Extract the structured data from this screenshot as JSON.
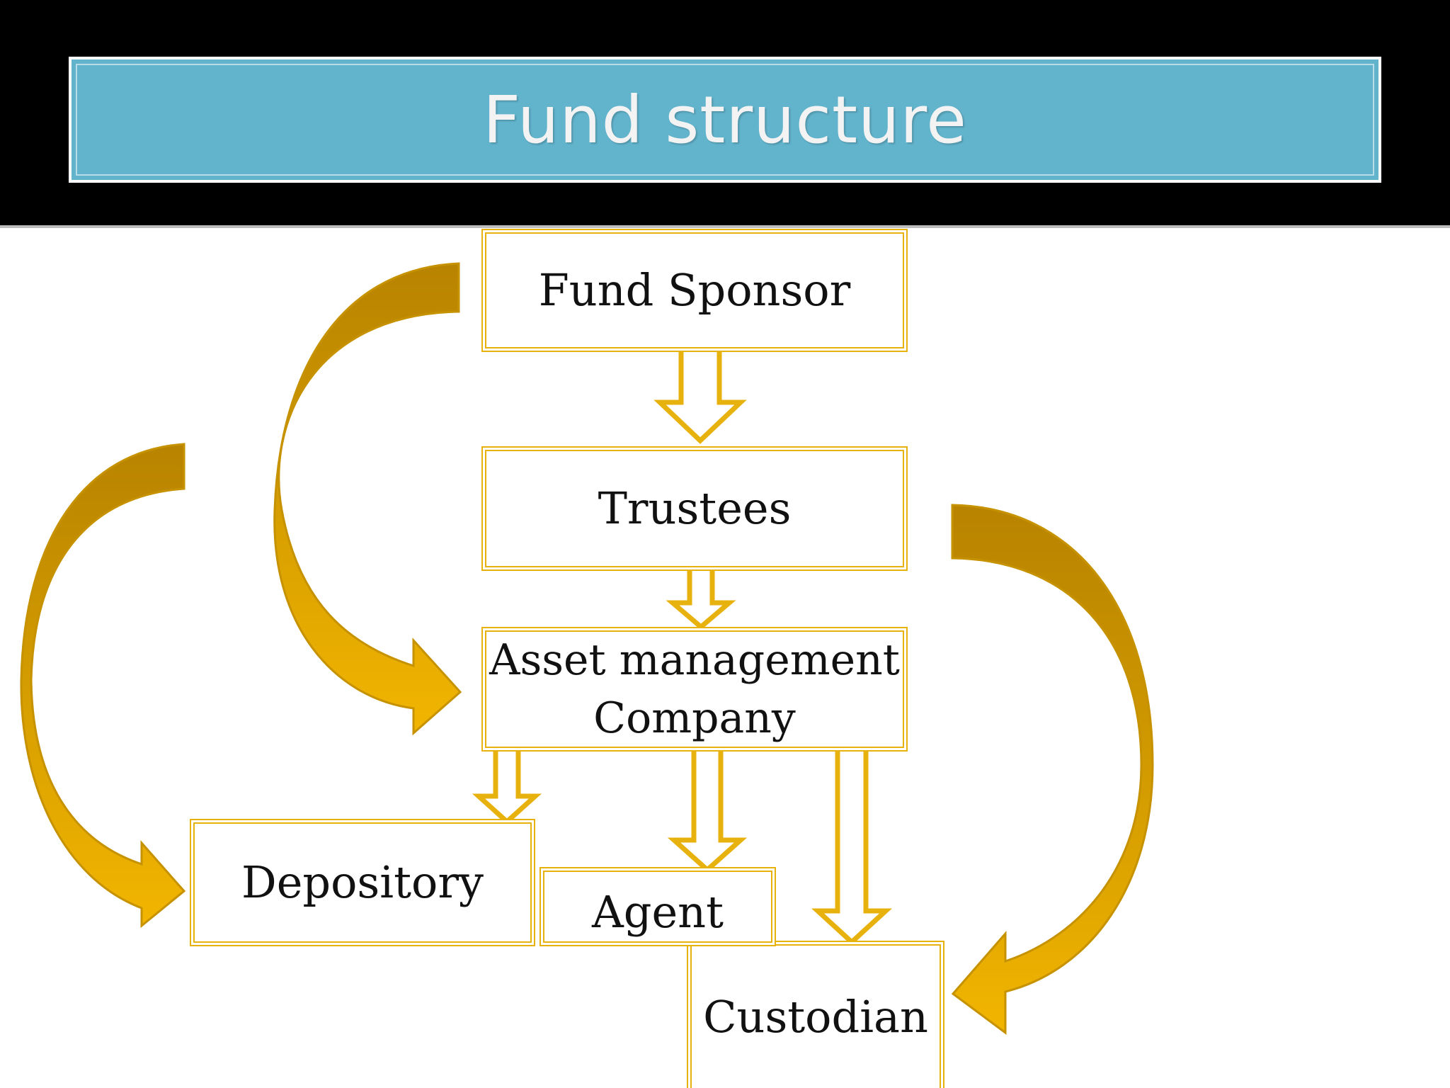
{
  "slide": {
    "title": "Fund structure"
  },
  "nodes": {
    "fund_sponsor": "Fund Sponsor",
    "trustees": "Trustees",
    "amc_line1": "Asset management",
    "amc_line2": "Company",
    "depository": "Depository",
    "agent": "Agent",
    "custodian": "Custodian"
  },
  "edges": [
    {
      "from": "Fund Sponsor",
      "to": "Trustees"
    },
    {
      "from": "Trustees",
      "to": "Asset management Company"
    },
    {
      "from": "Asset management Company",
      "to": "Depository"
    },
    {
      "from": "Asset management Company",
      "to": "Agent"
    },
    {
      "from": "Asset management Company",
      "to": "Custodian"
    },
    {
      "from": "Fund Sponsor",
      "to": "Asset management Company",
      "style": "curved"
    },
    {
      "from": "Trustees",
      "to": "Depository",
      "style": "curved"
    },
    {
      "from": "Trustees",
      "to": "Custodian",
      "style": "curved"
    }
  ],
  "colors": {
    "title_bar": "#62b4cd",
    "accent": "#e8b20e",
    "curved_arrow_dark": "#b88300",
    "curved_arrow_light": "#f0b400"
  }
}
